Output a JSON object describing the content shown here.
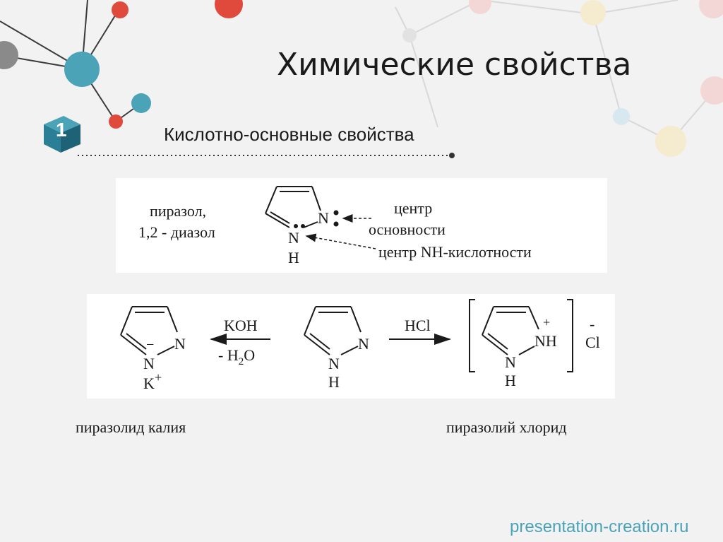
{
  "slide": {
    "title": "Химические свойства",
    "section_number": "1",
    "subtitle": "Кислотно-основные свойства"
  },
  "figure1": {
    "name_line1": "пиразол,",
    "name_line2": "1,2 - диазол",
    "atom_n": "N",
    "atom_nh_n": "N",
    "atom_nh_h": "H",
    "basic_line1": "центр",
    "basic_line2": "основности",
    "acid_label": "центр NH-кислотности"
  },
  "figure2": {
    "left": {
      "minus": "−",
      "n_top": "N",
      "n_bottom": "N",
      "k": "K",
      "k_plus": "+"
    },
    "reagent_left_top": "KOH",
    "reagent_left_bottom_pre": "- H",
    "reagent_left_bottom_sub": "2",
    "reagent_left_bottom_post": "O",
    "middle": {
      "n_top": "N",
      "n_bottom": "N",
      "h": "H"
    },
    "reagent_right_top": "HCl",
    "right": {
      "plus": "+",
      "nh_top": "NH",
      "n_bottom": "N",
      "h": "H",
      "minus": "-",
      "cl": "Cl"
    }
  },
  "captions": {
    "left": "пиразолид калия",
    "right": "пиразолий хлорид"
  },
  "footer": "presentation-creation.ru",
  "colors": {
    "background": "#f2f2f2",
    "accent_teal": "#4ba3b8",
    "accent_red": "#e04a3c",
    "badge": "#2a7f96",
    "node_gray": "#8a8a8a"
  }
}
